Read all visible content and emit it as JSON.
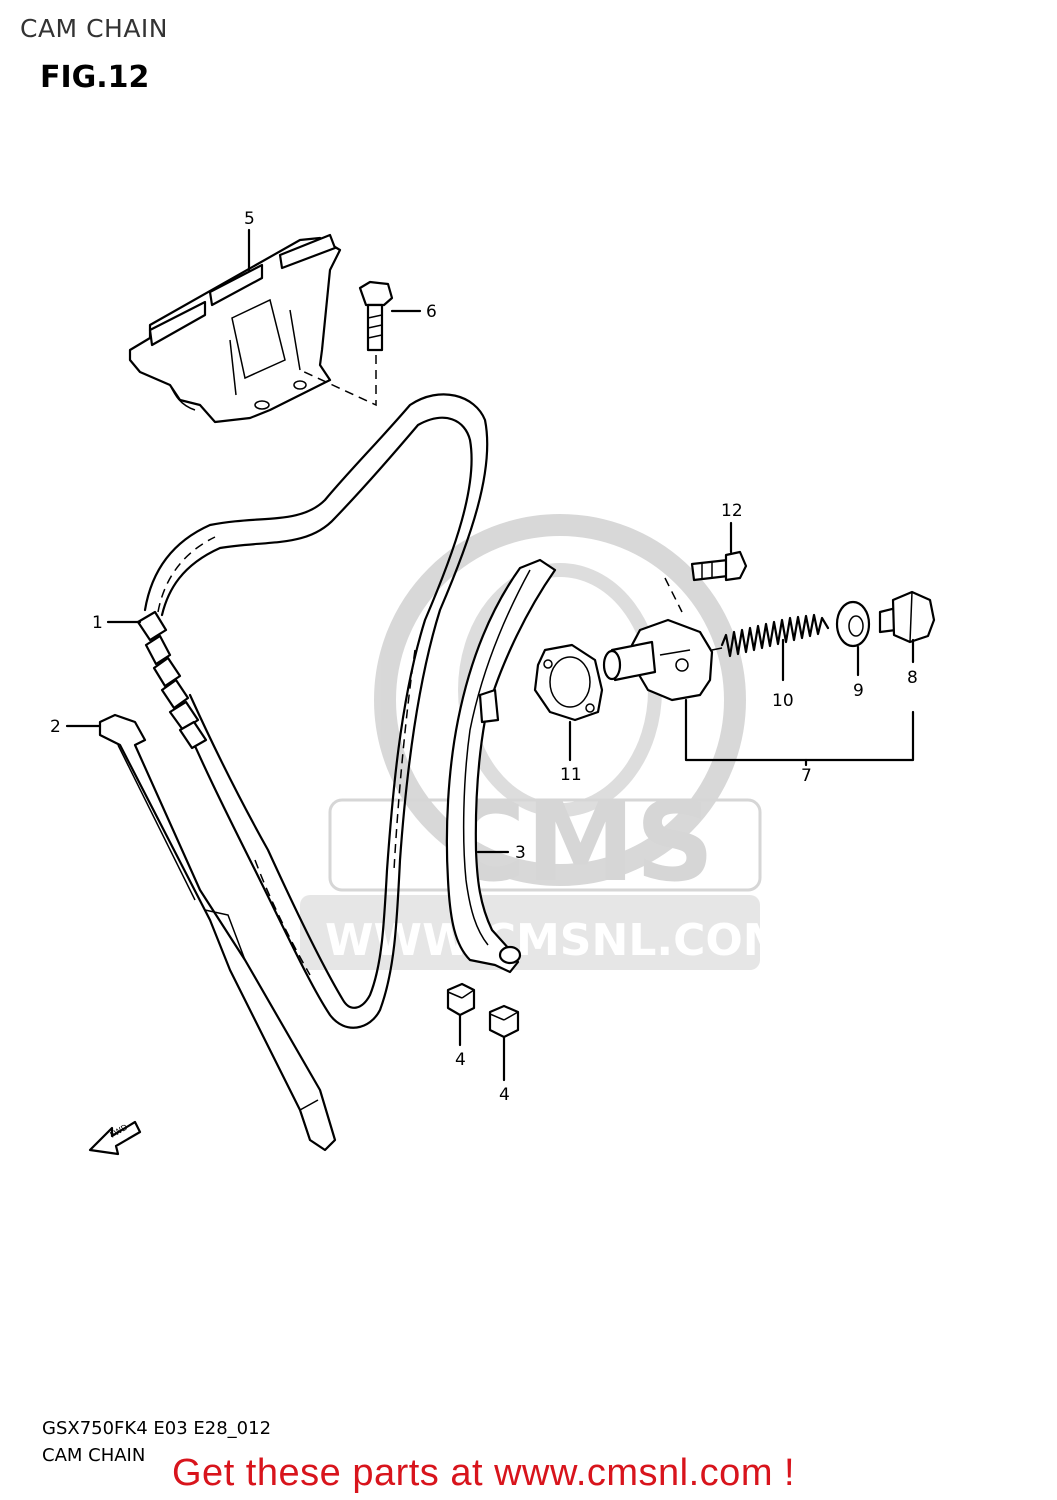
{
  "header": {
    "title": "CAM CHAIN"
  },
  "figure": {
    "label": "FIG.12"
  },
  "watermark": {
    "logo_text": "CMS",
    "url_text": "WWW.CMSNL.COM",
    "color": "#c9c9c9"
  },
  "fwd_label": "FWD",
  "callouts": {
    "p1": "1",
    "p2": "2",
    "p3": "3",
    "p4a": "4",
    "p4b": "4",
    "p5": "5",
    "p6": "6",
    "p7": "7",
    "p8": "8",
    "p9": "9",
    "p10": "10",
    "p11": "11",
    "p12": "12"
  },
  "footer": {
    "model_code": "GSX750FK4 E03 E28_012",
    "caption": "CAM CHAIN",
    "cta": "Get these parts at www.cmsnl.com !",
    "cta_color": "#d8141c"
  }
}
